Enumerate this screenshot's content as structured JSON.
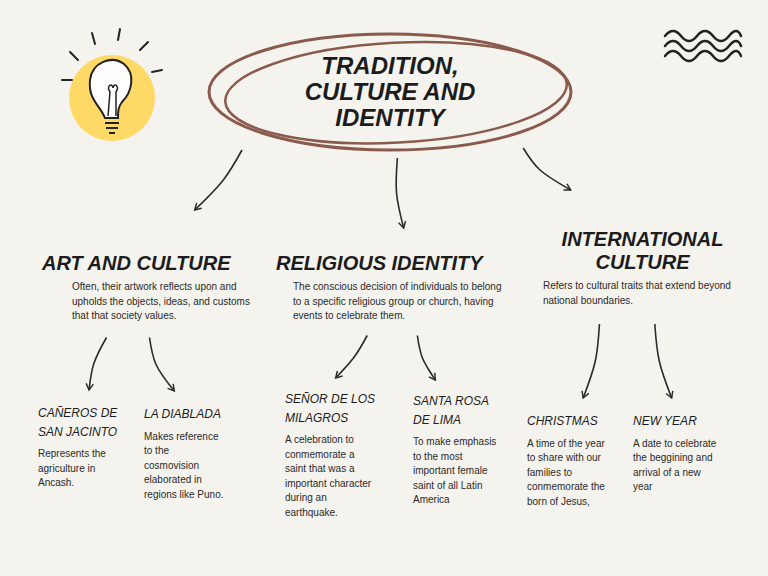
{
  "diagram": {
    "nodes": [
      {
        "text": [
          "TRADITION, CULTURE AND IDENTITY"
        ]
      },
      {
        "text": [
          "ART AND CULTURE",
          "Often, their artwork reflects upon and upholds the objects, ideas, and customs that that society values."
        ]
      },
      {
        "text": [
          "RELIGIOUS IDENTITY",
          "The conscious decision of individuals to belong to a specific religious group or church, having events to celebrate them."
        ]
      },
      {
        "text": [
          "INTERNATIONAL CULTURE",
          "Refers to cultural traits that extend beyond national boundaries."
        ]
      },
      {
        "text": [
          "CAÑEROS DE SAN JACINTO",
          "Represents the agriculture in Ancash."
        ]
      },
      {
        "text": [
          "LA DIABLADA",
          "Makes reference to the cosmovision elaborated in regions like Puno."
        ]
      },
      {
        "text": [
          "SEÑOR DE LOS MILAGROS",
          "A celebration to conmemorate a saint that was a important character during an earthquake."
        ]
      },
      {
        "text": [
          "SANTA ROSA DE LIMA",
          "To make emphasis to the most important female saint of all Latin America"
        ]
      },
      {
        "text": [
          "CHRISTMAS",
          "A time of the year to share with our families to conmemorate the born of Jesus,"
        ]
      },
      {
        "text": [
          "NEW YEAR",
          "A date to celebrate the beggining and arrival of a new year"
        ]
      }
    ],
    "edges": [
      {
        "from": 0,
        "to": 1,
        "arrow": "to"
      },
      {
        "from": 0,
        "to": 2,
        "arrow": "to"
      },
      {
        "from": 0,
        "to": 3,
        "arrow": "to"
      },
      {
        "from": 1,
        "to": 4,
        "arrow": "to"
      },
      {
        "from": 1,
        "to": 5,
        "arrow": "to"
      },
      {
        "from": 2,
        "to": 6,
        "arrow": "to"
      },
      {
        "from": 2,
        "to": 7,
        "arrow": "to"
      },
      {
        "from": 3,
        "to": 8,
        "arrow": "to"
      },
      {
        "from": 3,
        "to": 9,
        "arrow": "to"
      }
    ]
  }
}
